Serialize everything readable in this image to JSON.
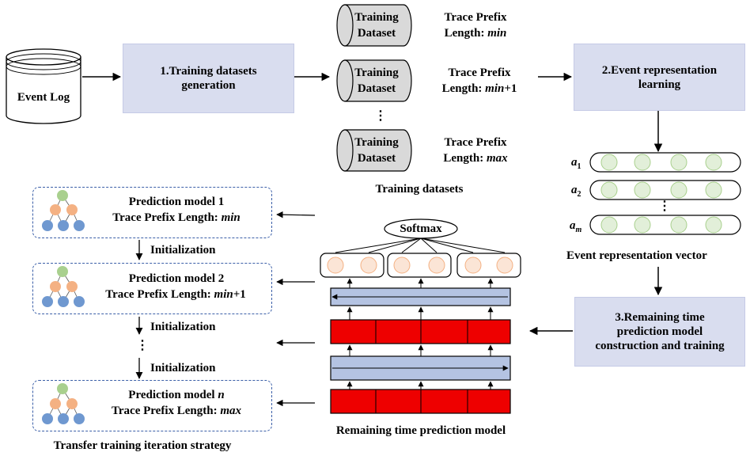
{
  "event_log": {
    "label": "Event Log"
  },
  "step1": {
    "line1": "1.Training datasets",
    "line2": "generation"
  },
  "step2": {
    "line1": "2.Event representation",
    "line2": "learning"
  },
  "step3": {
    "line1": "3.Remaining time",
    "line2": "prediction model",
    "line3": "construction and training"
  },
  "datasets": {
    "items": [
      {
        "cyl1": "Training",
        "cyl2": "Dataset",
        "p1": "Trace Prefix",
        "p2a": "Length: ",
        "p2b": "min",
        "p2c": ""
      },
      {
        "cyl1": "Training",
        "cyl2": "Dataset",
        "p1": "Trace Prefix",
        "p2a": "Length: ",
        "p2b": "min",
        "p2c": "+1"
      },
      {
        "cyl1": "Training",
        "cyl2": "Dataset",
        "p1": "Trace Prefix",
        "p2a": "Length: ",
        "p2b": "max",
        "p2c": ""
      }
    ],
    "ellipsis": "⋮",
    "caption": "Training datasets"
  },
  "vectors": {
    "labels": [
      {
        "base": "a",
        "sub": "1"
      },
      {
        "base": "a",
        "sub": "2"
      },
      {
        "base": "a",
        "sub": "m"
      }
    ],
    "ellipsis": "⋮",
    "caption": "Event representation vector"
  },
  "models": {
    "items": [
      {
        "title": "Prediction model 1",
        "titleItalic": "",
        "p2a": "Trace Prefix Length: ",
        "p2b": "min",
        "p2c": ""
      },
      {
        "title": "Prediction model 2",
        "titleItalic": "",
        "p2a": "Trace Prefix Length: ",
        "p2b": "min",
        "p2c": "+1"
      },
      {
        "title": "Prediction model ",
        "titleItalic": "n",
        "p2a": "Trace Prefix Length: ",
        "p2b": "max",
        "p2c": ""
      }
    ],
    "init": [
      "Initialization",
      "Initialization",
      "Initialization"
    ],
    "ellipsis": "⋮",
    "caption": "Transfer training iteration strategy"
  },
  "network": {
    "softmax": "Softmax",
    "caption": "Remaining time prediction model"
  },
  "colors": {
    "step_fill": "#d9ddef",
    "lstm_red": "#ee0000",
    "bilstm_blue": "#b4c3e2",
    "node_green": "#a9d08e",
    "node_orange": "#f4b183",
    "node_blue": "#6f98d0",
    "vector_node": "#e2efd9",
    "output_node": "#fbe5d6",
    "dash_border": "#3b5fa8"
  }
}
